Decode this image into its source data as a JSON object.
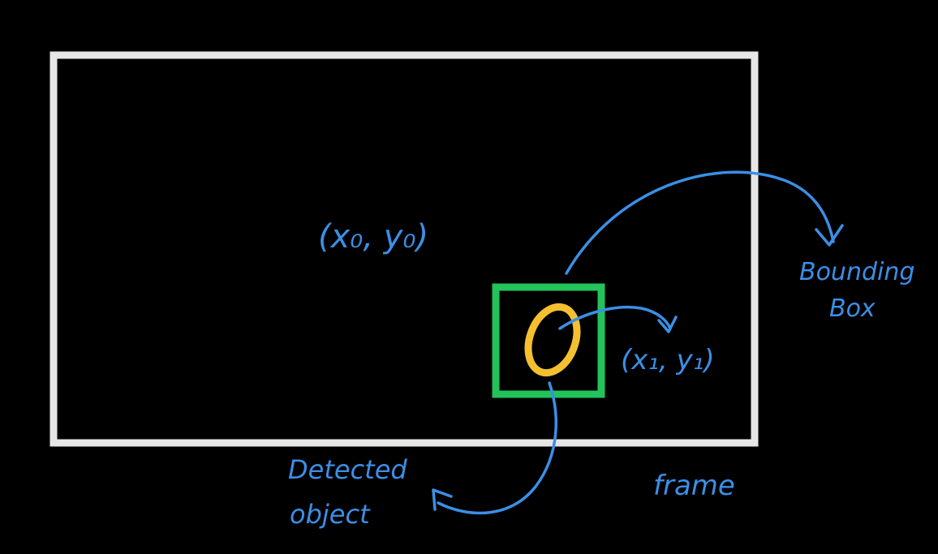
{
  "colors": {
    "background": "#000000",
    "frame": "#e6e6e6",
    "bounding_box": "#22c35a",
    "object": "#f5c030",
    "annotation": "#3b8fe6"
  },
  "labels": {
    "origin_coord": "(x₀, y₀)",
    "object_coord": "(x₁, y₁)",
    "bounding_box_line1": "Bounding",
    "bounding_box_line2": "Box",
    "detected_object_line1": "Detected",
    "detected_object_line2": "object",
    "frame": "frame"
  }
}
